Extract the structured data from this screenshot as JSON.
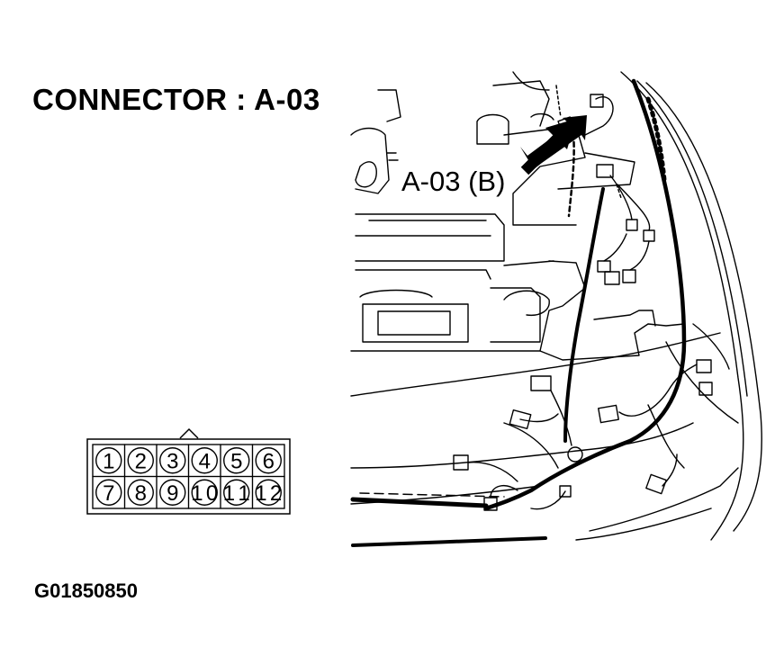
{
  "title": "CONNECTOR : A-03",
  "callout_label": "A-03 (B)",
  "figure_code": "G01850850",
  "connector": {
    "rows": [
      [
        "1",
        "2",
        "3",
        "4",
        "5",
        "6"
      ],
      [
        "7",
        "8",
        "9",
        "10",
        "11",
        "12"
      ]
    ]
  },
  "icons": {
    "arrow": "arrow-pointer-icon",
    "key": "connector-key-icon"
  }
}
